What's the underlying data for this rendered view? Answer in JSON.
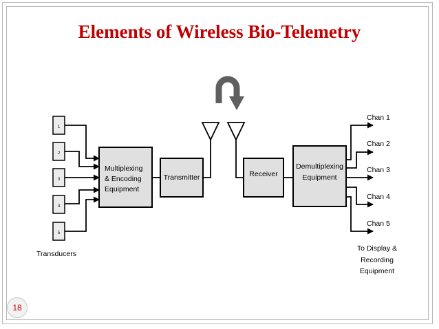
{
  "slide": {
    "title": "Elements of Wireless Bio-Telemetry",
    "page_number": "18"
  },
  "diagram": {
    "transducer_numbers": [
      "1",
      "2",
      "3",
      "4",
      "5"
    ],
    "transducers_label": "Transducers",
    "mux_label": [
      "Multiplexing",
      "& Encoding",
      "Equipment"
    ],
    "transmitter_label": "Transmitter",
    "receiver_label": "Receiver",
    "demux_label": [
      "Demultiplexing",
      "Equipment"
    ],
    "channels": [
      "Chan 1",
      "Chan 2",
      "Chan 3",
      "Chan 4",
      "Chan 5"
    ],
    "output_label": [
      "To Display &",
      "Recording",
      "Equipment"
    ]
  }
}
